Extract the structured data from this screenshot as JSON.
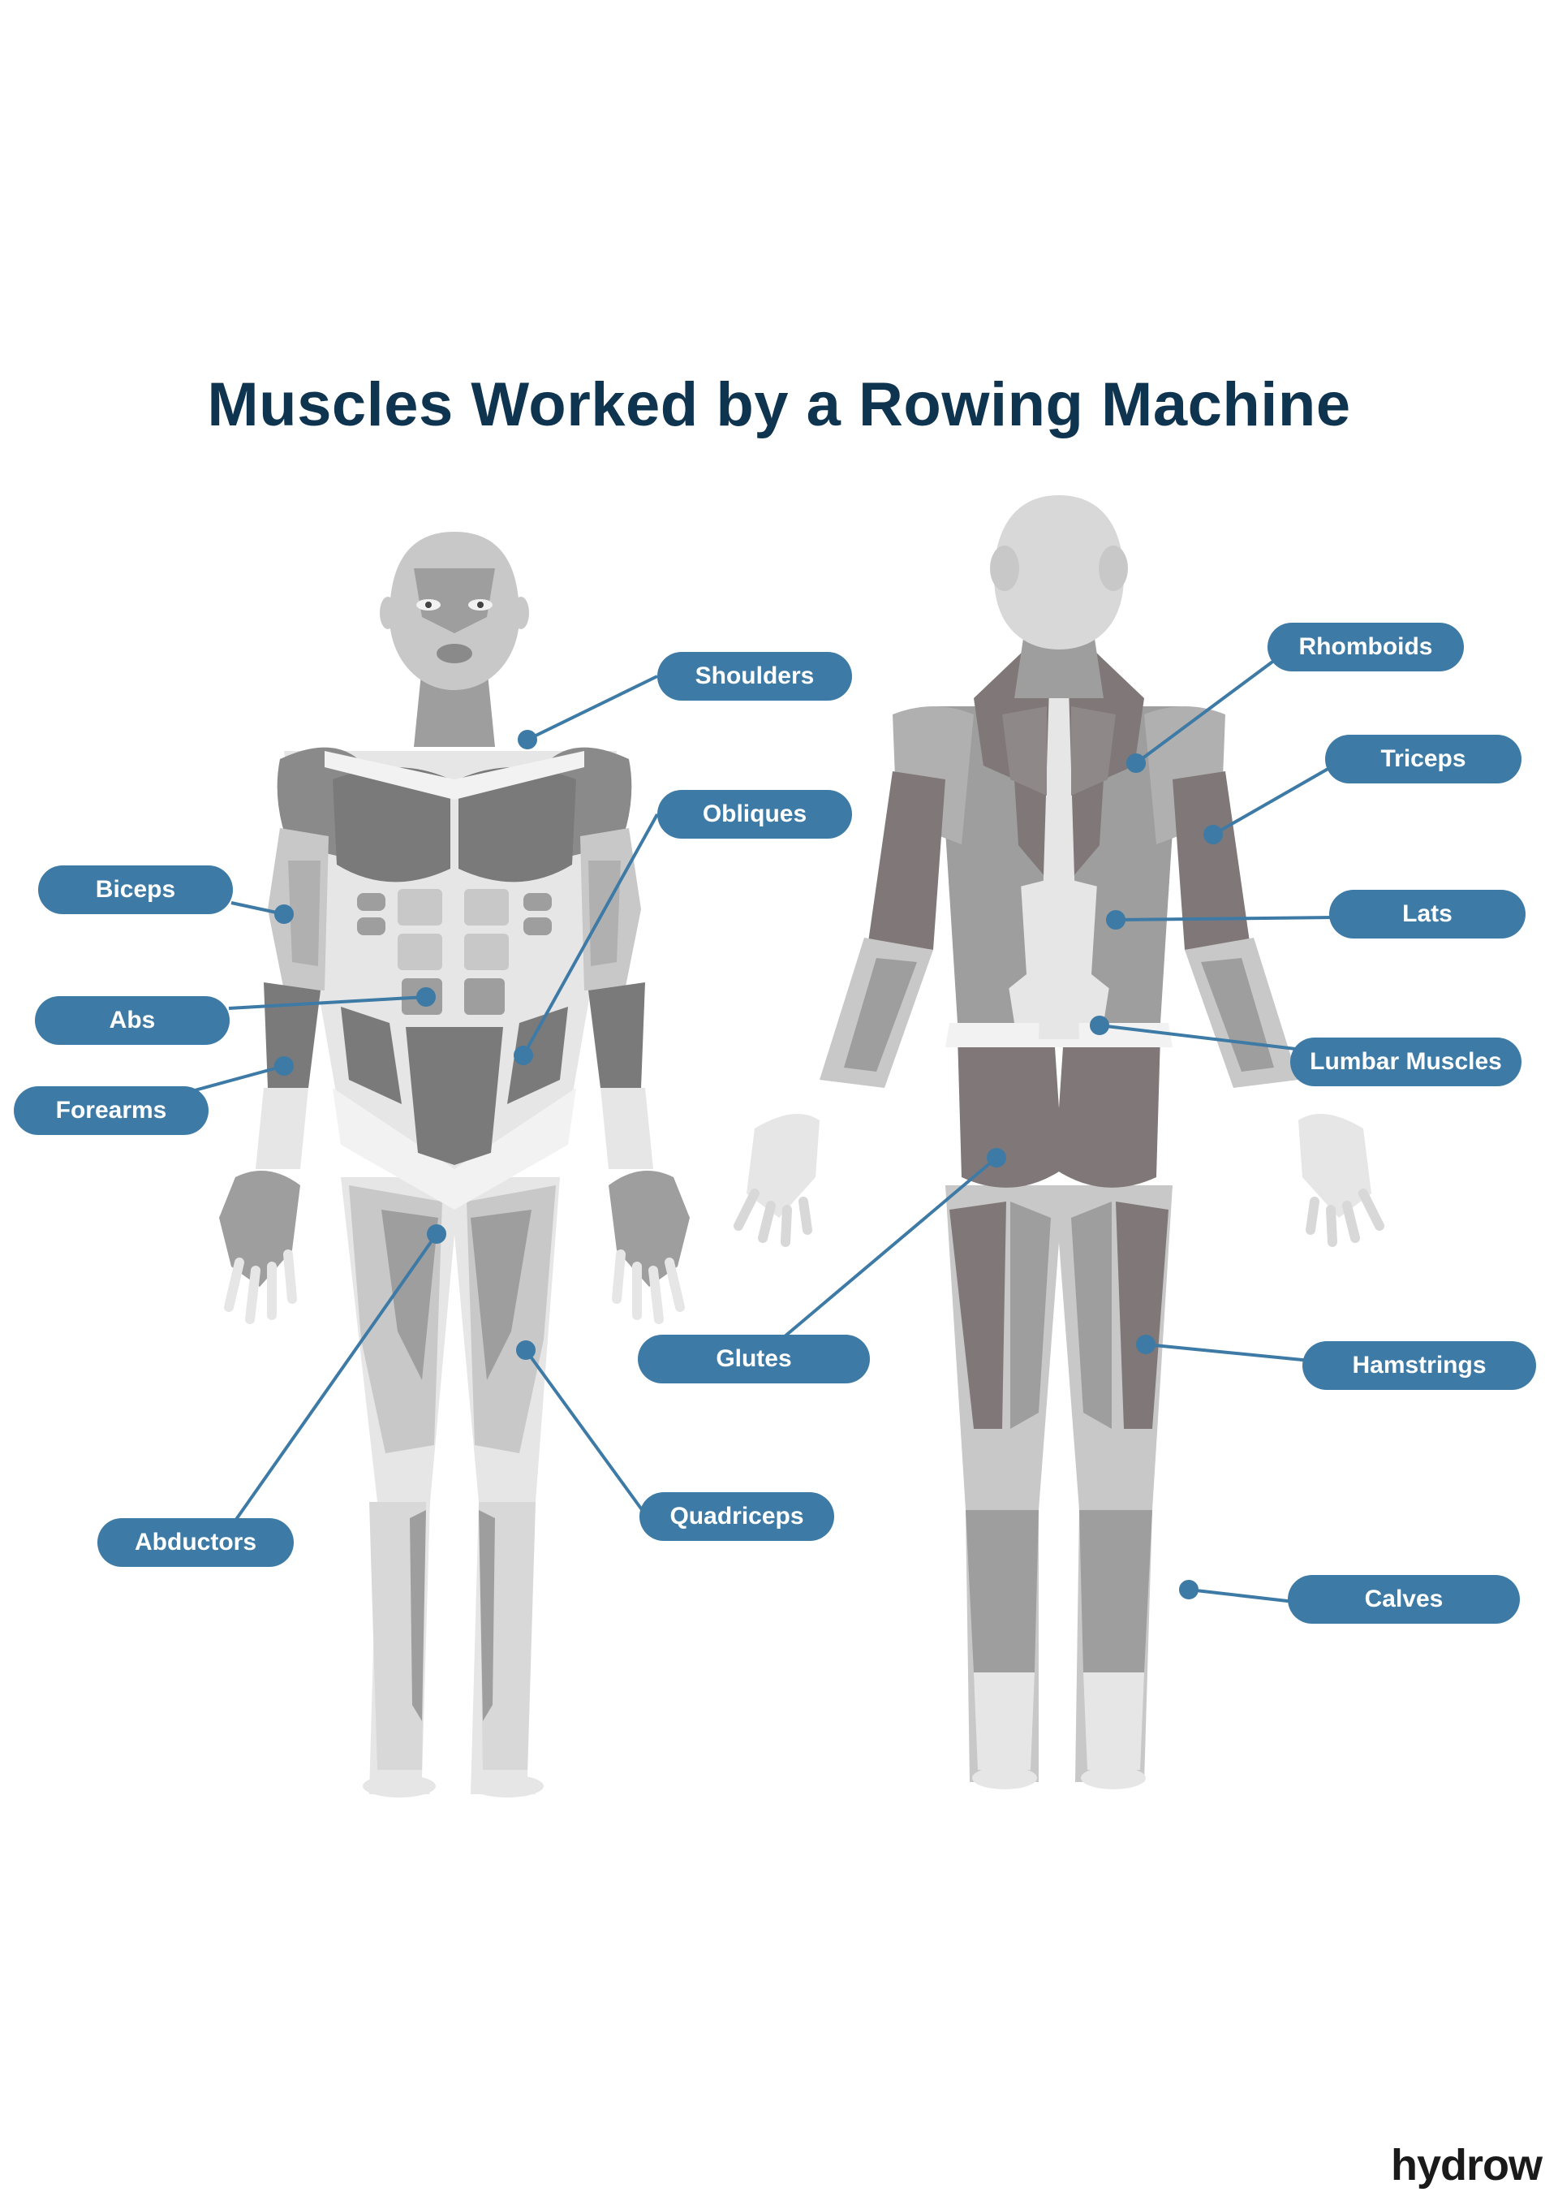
{
  "title": "Muscles Worked by a Rowing Machine",
  "brand": "hydrow",
  "colors": {
    "title": "#0f3450",
    "label_bg": "#3d7aa5",
    "label_text": "#ffffff",
    "leader_line": "#3d7aa5",
    "muscle_dark": "#767676",
    "muscle_dark_back": "#807878",
    "muscle_mid": "#9e9e9e",
    "muscle_light": "#c8c8c8",
    "muscle_pale": "#e6e6e6"
  },
  "front_labels": {
    "shoulders": "Shoulders",
    "obliques": "Obliques",
    "biceps": "Biceps",
    "abs": "Abs",
    "forearms": "Forearms",
    "abductors": "Abductors",
    "quadriceps": "Quadriceps"
  },
  "back_labels": {
    "rhomboids": "Rhomboids",
    "triceps": "Triceps",
    "lats": "Lats",
    "lumbar": "Lumbar Muscles",
    "glutes": "Glutes",
    "hamstrings": "Hamstrings",
    "calves": "Calves"
  }
}
